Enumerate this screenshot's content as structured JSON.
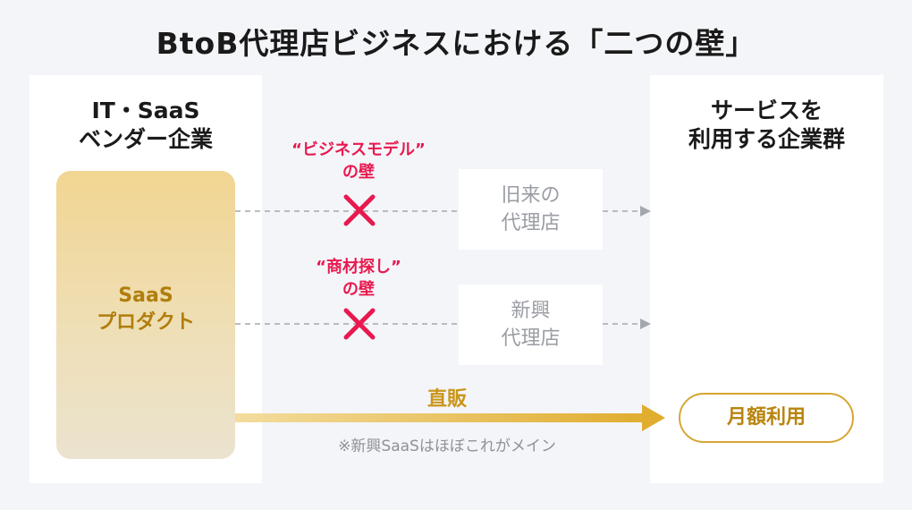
{
  "title": "BtoB代理店ビジネスにおける「二つの壁」",
  "vendor": {
    "title_line1": "IT・SaaS",
    "title_line2": "ベンダー企業"
  },
  "product": {
    "line1": "SaaS",
    "line2": "プロダクト"
  },
  "client": {
    "title_line1": "サービスを",
    "title_line2": "利用する企業群"
  },
  "walls": [
    {
      "line1": "“ビジネスモデル”",
      "line2": "の壁"
    },
    {
      "line1": "“商材探し”",
      "line2": "の壁"
    }
  ],
  "agencies": [
    {
      "line1": "旧来の",
      "line2": "代理店"
    },
    {
      "line1": "新興",
      "line2": "代理店"
    }
  ],
  "direct": {
    "label": "直販",
    "note": "※新興SaaSはほぼこれがメイン"
  },
  "monthly_label": "月額利用",
  "colors": {
    "background": "#f4f5f9",
    "wall_red": "#e8194e",
    "gold": "#c9961a",
    "dashed_gray": "#a4a8ae"
  },
  "icons": [
    "cross-icon",
    "arrow-right-icon"
  ]
}
